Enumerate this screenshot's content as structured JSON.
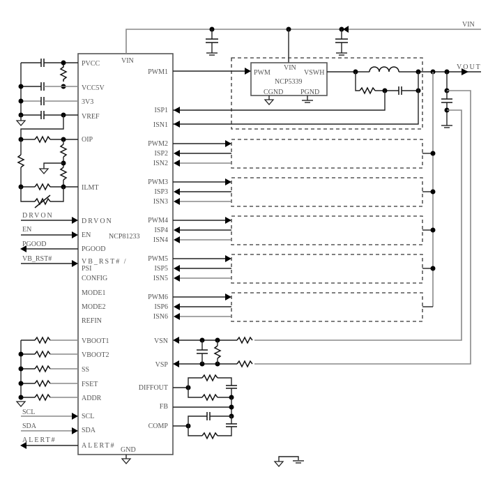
{
  "diagram": {
    "controller": {
      "name": "NCP81233",
      "vin_label": "VIN",
      "gnd_label": "GND",
      "left_pins": [
        "PVCC",
        "VCC5V",
        "3V3",
        "VREF",
        "OIP",
        "ILMT",
        "DRVON",
        "EN",
        "PGOOD",
        "VB_RST# /",
        "PSI",
        "CONFIG",
        "MODE1",
        "MODE2",
        "REFIN",
        "VBOOT1",
        "VBOOT2",
        "SS",
        "FSET",
        "ADDR",
        "SCL",
        "SDA",
        "ALERT#"
      ],
      "right_pins": [
        "PWM1",
        "ISP1",
        "ISN1",
        "PWM2",
        "ISP2",
        "ISN2",
        "PWM3",
        "ISP3",
        "ISN3",
        "PWM4",
        "ISP4",
        "ISN4",
        "PWM5",
        "ISP5",
        "ISN5",
        "PWM6",
        "ISP6",
        "ISN6",
        "VSN",
        "VSP",
        "DIFFOUT",
        "FB",
        "COMP"
      ]
    },
    "driver": {
      "name": "NCP5339",
      "pins": {
        "pwm": "PWM",
        "vin": "VIN",
        "vswh": "VSWH",
        "cgnd": "CGND",
        "pgnd": "PGND"
      }
    },
    "external_signals": {
      "drvon": "DRVON",
      "en": "EN",
      "pgood": "PGOOD",
      "vb_rst": "VB_RST#",
      "scl": "SCL",
      "sda": "SDA",
      "alert": "ALERT#"
    },
    "rails": {
      "vin": "VIN",
      "vout": "VOUT"
    },
    "phases": 6
  }
}
